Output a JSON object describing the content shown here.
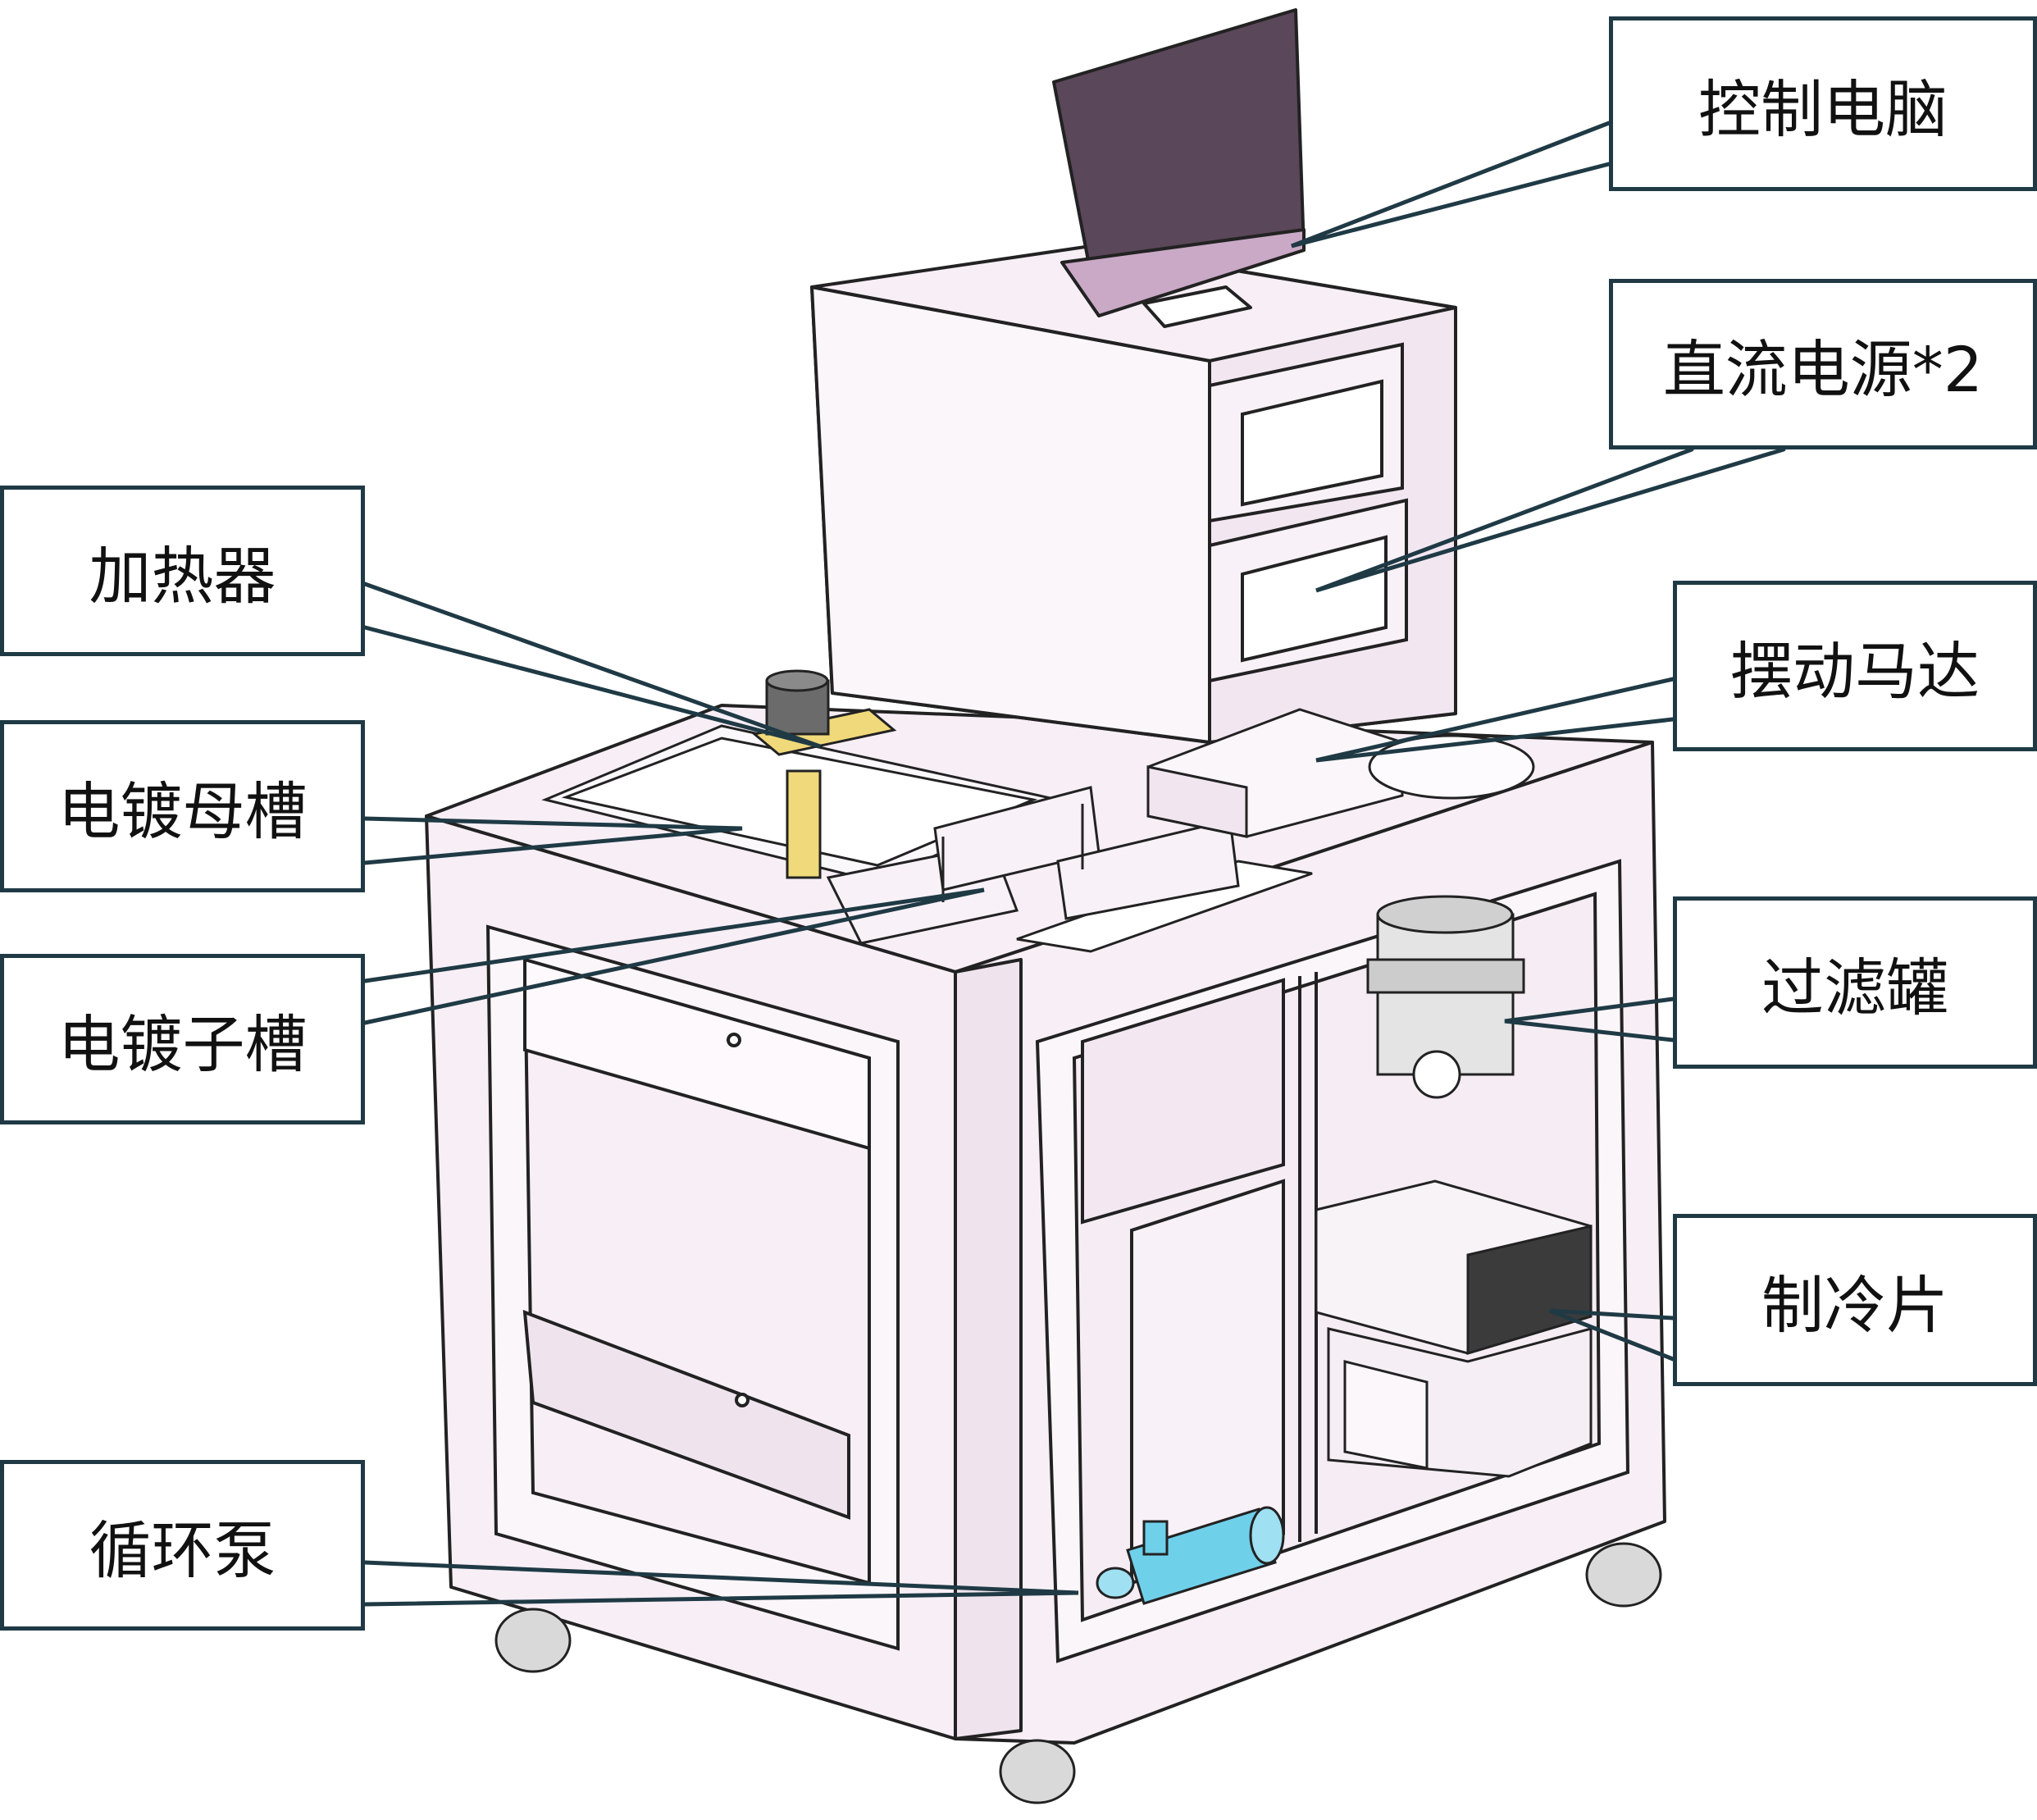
{
  "labels": {
    "control_computer": "控制电脑",
    "dc_power_supply": "直流电源*2",
    "heater": "加热器",
    "swing_motor": "摆动马达",
    "main_plating_tank": "电镀母槽",
    "filter_tank": "过滤罐",
    "sub_plating_tank": "电镀子槽",
    "cooling_plate": "制冷片",
    "circulation_pump": "循环泵"
  },
  "colors": {
    "callout_border": "#1f3a45",
    "leader_line": "#1f3a45",
    "frame_fill": "#f7eef6",
    "frame_stroke": "#222222",
    "monitor_screen": "#5a4759",
    "heater_rod": "#f0d97a",
    "pump_body": "#6fd0ea"
  }
}
